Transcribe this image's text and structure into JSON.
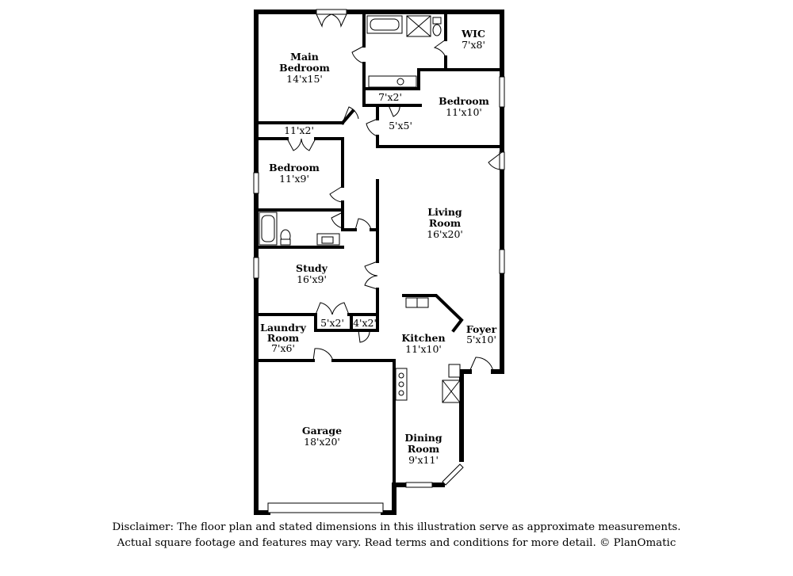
{
  "rooms": {
    "main_bedroom": {
      "name_line1": "Main",
      "name_line2": "Bedroom",
      "dims": "14'x15'"
    },
    "wic": {
      "name": "WIC",
      "dims": "7'x8'"
    },
    "closet_7x2": {
      "dims": "7'x2'"
    },
    "bedroom_2": {
      "name": "Bedroom",
      "dims": "11'x10'"
    },
    "hall_5x5": {
      "dims": "5'x5'"
    },
    "closet_11x2": {
      "dims": "11'x2'"
    },
    "bedroom_3": {
      "name": "Bedroom",
      "dims": "11'x9'"
    },
    "living_room": {
      "name_line1": "Living",
      "name_line2": "Room",
      "dims": "16'x20'"
    },
    "study": {
      "name": "Study",
      "dims": "16'x9'"
    },
    "laundry_room": {
      "name_line1": "Laundry",
      "name_line2": "Room",
      "dims": "7'x6'"
    },
    "closet_5x2": {
      "dims": "5'x2'"
    },
    "closet_4x2": {
      "dims": "4'x2'"
    },
    "kitchen": {
      "name": "Kitchen",
      "dims": "11'x10'"
    },
    "foyer": {
      "name": "Foyer",
      "dims": "5'x10'"
    },
    "garage": {
      "name": "Garage",
      "dims": "18'x20'"
    },
    "dining_room": {
      "name_line1": "Dining",
      "name_line2": "Room",
      "dims": "9'x11'"
    }
  },
  "disclaimer": {
    "line1": "Disclaimer: The floor plan and stated dimensions in this illustration serve as approximate measurements.",
    "line2": "Actual square footage and features may vary. Read terms and conditions for more detail. © PlanOmatic"
  },
  "colors": {
    "walls": "#000000",
    "background": "#ffffff"
  }
}
